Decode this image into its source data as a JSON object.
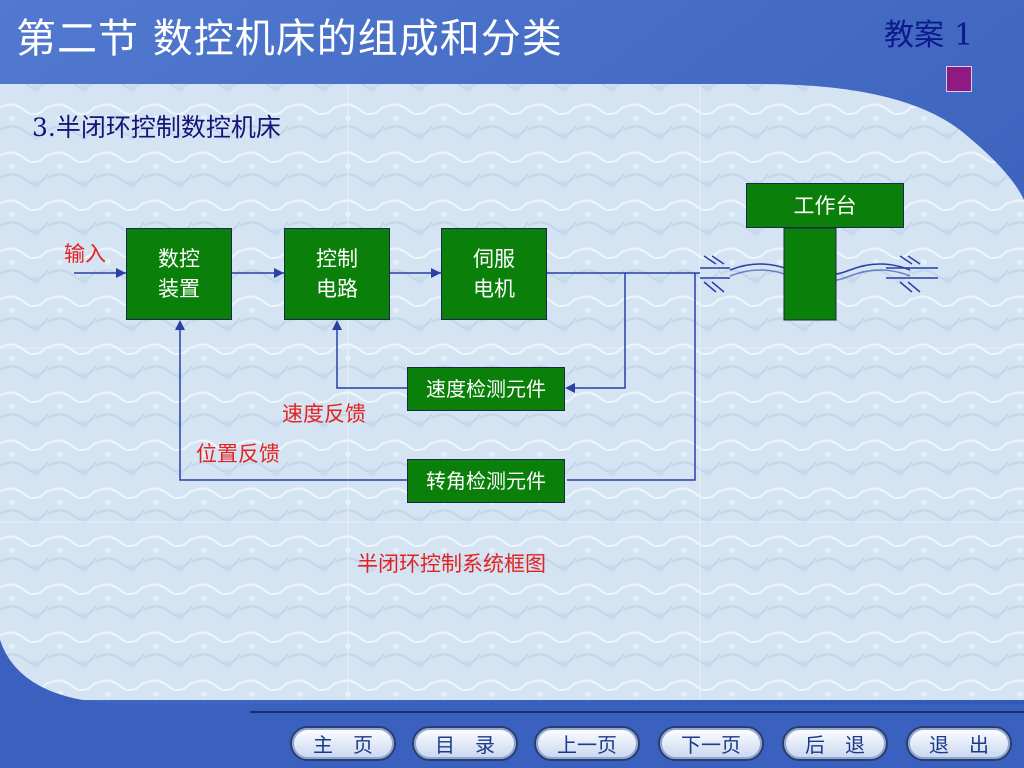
{
  "header": {
    "title": "第二节 数控机床的组成和分类",
    "badge_text": "教案",
    "badge_number": "1"
  },
  "section": {
    "heading": "3.半闭环控制数控机床"
  },
  "diagram": {
    "input_label": "输入",
    "blocks": {
      "cnc_device": "数控\n装置",
      "control_circuit": "控制\n电路",
      "servo_motor": "伺服\n电机",
      "speed_sensor": "速度检测元件",
      "angle_sensor": "转角检测元件",
      "worktable": "工作台"
    },
    "speed_feedback_label": "速度反馈",
    "position_feedback_label": "位置反馈",
    "caption": "半闭环控制系统框图"
  },
  "nav": {
    "home": "主　页",
    "contents": "目　录",
    "prev": "上一页",
    "next": "下一页",
    "back": "后　退",
    "exit": "退　出"
  },
  "colors": {
    "header_blue": "#3d66c4",
    "block_green": "#0a7f0a",
    "label_red": "#e32222",
    "accent_purple": "#8e1a82"
  }
}
